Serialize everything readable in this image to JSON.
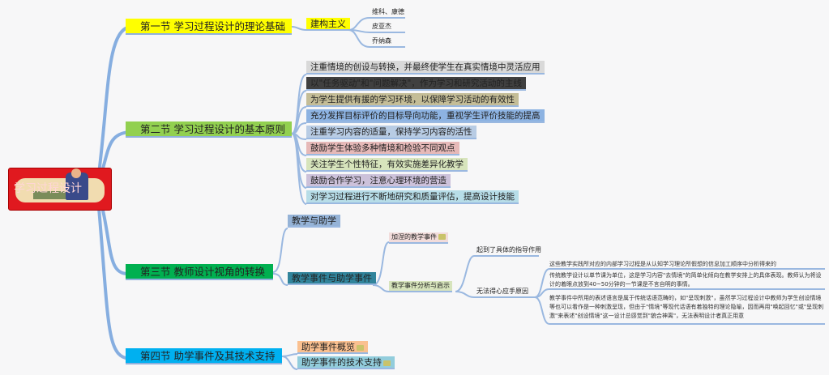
{
  "root": {
    "label": "学习过程设计"
  },
  "sections": [
    {
      "label": "第一节 学习过程设计的理论基础",
      "color": "#ffff00"
    },
    {
      "label": "第二节 学习过程设计的基本原则",
      "color": "#92d050"
    },
    {
      "label": "第三节 教师设计视角的转换",
      "color": "#00b050"
    },
    {
      "label": "第四节 助学事件及其技术支持",
      "color": "#00b0f0"
    }
  ],
  "s1": {
    "topic": "建构主义",
    "people": [
      "维科、康德",
      "皮亚杰",
      "乔纳森"
    ]
  },
  "s2": {
    "principles": [
      {
        "text": "注重情境的创设与转换，并最终使学生在真实情境中灵活应用",
        "color": "#d9d9d9"
      },
      {
        "text": "以\"任务驱动\"和\"问题解决\"，作为学习和研究活动的主线",
        "color": "#404040"
      },
      {
        "text": "为学生提供有援的学习环境，以保障学习活动的有效性",
        "color": "#c4bd97"
      },
      {
        "text": "充分发挥目标评价的目标导向功能，重视学生评价技能的提高",
        "color": "#8db3e2"
      },
      {
        "text": "注重学习内容的适量，保持学习内容的活性",
        "color": "#b8cce4"
      },
      {
        "text": "鼓励学生体验多种情境和检验不同观点",
        "color": "#e6b9b8"
      },
      {
        "text": "关注学生个性特征，有效实施差异化教学",
        "color": "#d7e4bc"
      },
      {
        "text": "鼓励合作学习，注意心理环境的营造",
        "color": "#ccc1da"
      },
      {
        "text": "对学习过程进行不断地研究和质量评估，提高设计技能",
        "color": "#b7dde8"
      }
    ]
  },
  "s3": {
    "teach_help": "教学与助学",
    "events": "教学事件与助学事件",
    "gagne": "加涅的教学事件",
    "analysis": "教学事件分析与启示",
    "guide": "起到了具体的指导作用",
    "reason": "无法得心应手原因",
    "reasons": [
      "这些教学实践所对应的内部学习过程是从认知学习理论所假想的信息加工顺序中分析得来的",
      "传统教学设计以单节课为单位，这是学习内容\"去情境\"的简单化倾向在教学安排上的具体表现。教师认为将设计的着眼点放到40~50分钟的一节课是不言自明的事情。",
      "教学事件中所用的表述语言是属于传统话语范畴的，如\"呈现刺激\"，虽然学习过程设计中教师为学生创设情境等也可以看作是一种刺激呈现，但由于\"情境\"等现代话语有着独特的理论隐喻，因而再用\"唤起回忆\"或\"呈现刺激\"来表述\"创设情境\"这一设计总感觉到\"貌合神离\"，无法表明设计者真正用意"
    ]
  },
  "s4": {
    "overview": "助学事件概览",
    "tech": "助学事件的技术支持"
  }
}
